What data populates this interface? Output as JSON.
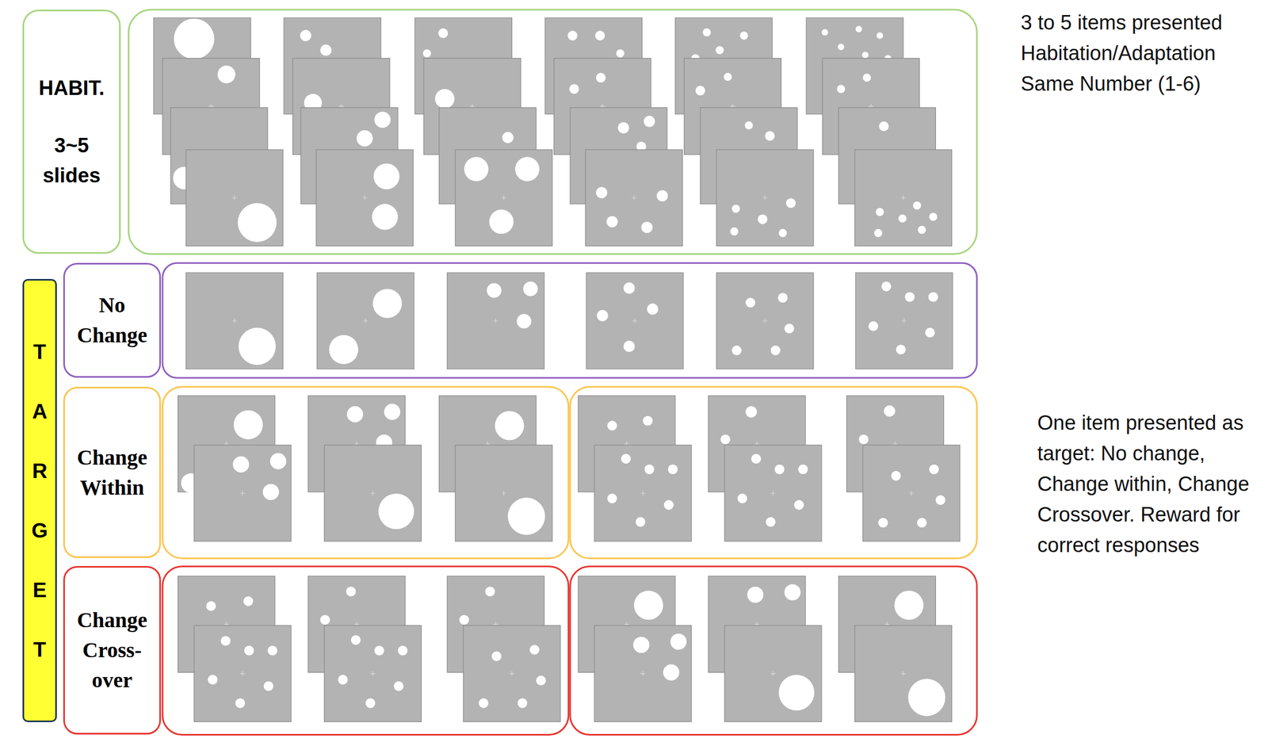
{
  "diagram": {
    "nodes": [
      {
        "text": [
          "HABIT.",
          "3~5 slides"
        ]
      },
      {
        "text": [
          "TARGET"
        ]
      },
      {
        "text": [
          "No Change"
        ]
      },
      {
        "text": [
          "Change Within"
        ]
      },
      {
        "text": [
          "Change Cross-over"
        ]
      }
    ],
    "labels": [
      "3 to 5 items presented Habitation/Adaptation Same Number (1-6)",
      "One item presented as target: No change, Change within, Change Crossover. Reward for correct responses"
    ]
  }
}
